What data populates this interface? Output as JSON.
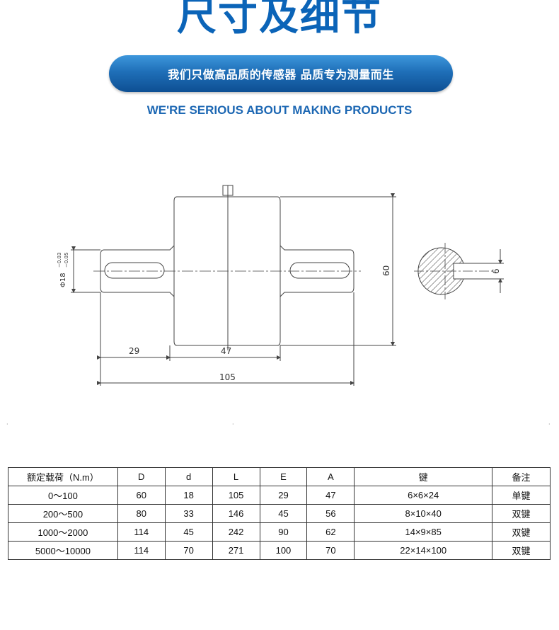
{
  "header": {
    "title": "尺寸及细节",
    "banner": "我们只做高品质的传感器  品质专为测量而生",
    "subtitle": "WE'RE SERIOUS ABOUT MAKING PRODUCTS"
  },
  "drawing": {
    "dim_29": "29",
    "dim_47": "47",
    "dim_105": "105",
    "dim_60": "60",
    "dim_6": "6",
    "dim_phi18": "Φ18",
    "tol_upper": "−0.03",
    "tol_lower": "−0.05"
  },
  "table": {
    "headers": [
      "额定载荷（N.m）",
      "D",
      "d",
      "L",
      "E",
      "A",
      "键",
      "备注"
    ],
    "rows": [
      [
        "0～100",
        "60",
        "18",
        "105",
        "29",
        "47",
        "6×6×24",
        "单键"
      ],
      [
        "200～500",
        "80",
        "33",
        "146",
        "45",
        "56",
        "8×10×40",
        "双键"
      ],
      [
        "1000～2000",
        "114",
        "45",
        "242",
        "90",
        "62",
        "14×9×85",
        "双键"
      ],
      [
        "5000～10000",
        "114",
        "70",
        "271",
        "100",
        "70",
        "22×14×100",
        "双键"
      ]
    ]
  },
  "colors": {
    "title_blue": "#0b64b8",
    "banner_blue": "#1f6fb8",
    "subtitle_blue": "#1c67b3"
  }
}
